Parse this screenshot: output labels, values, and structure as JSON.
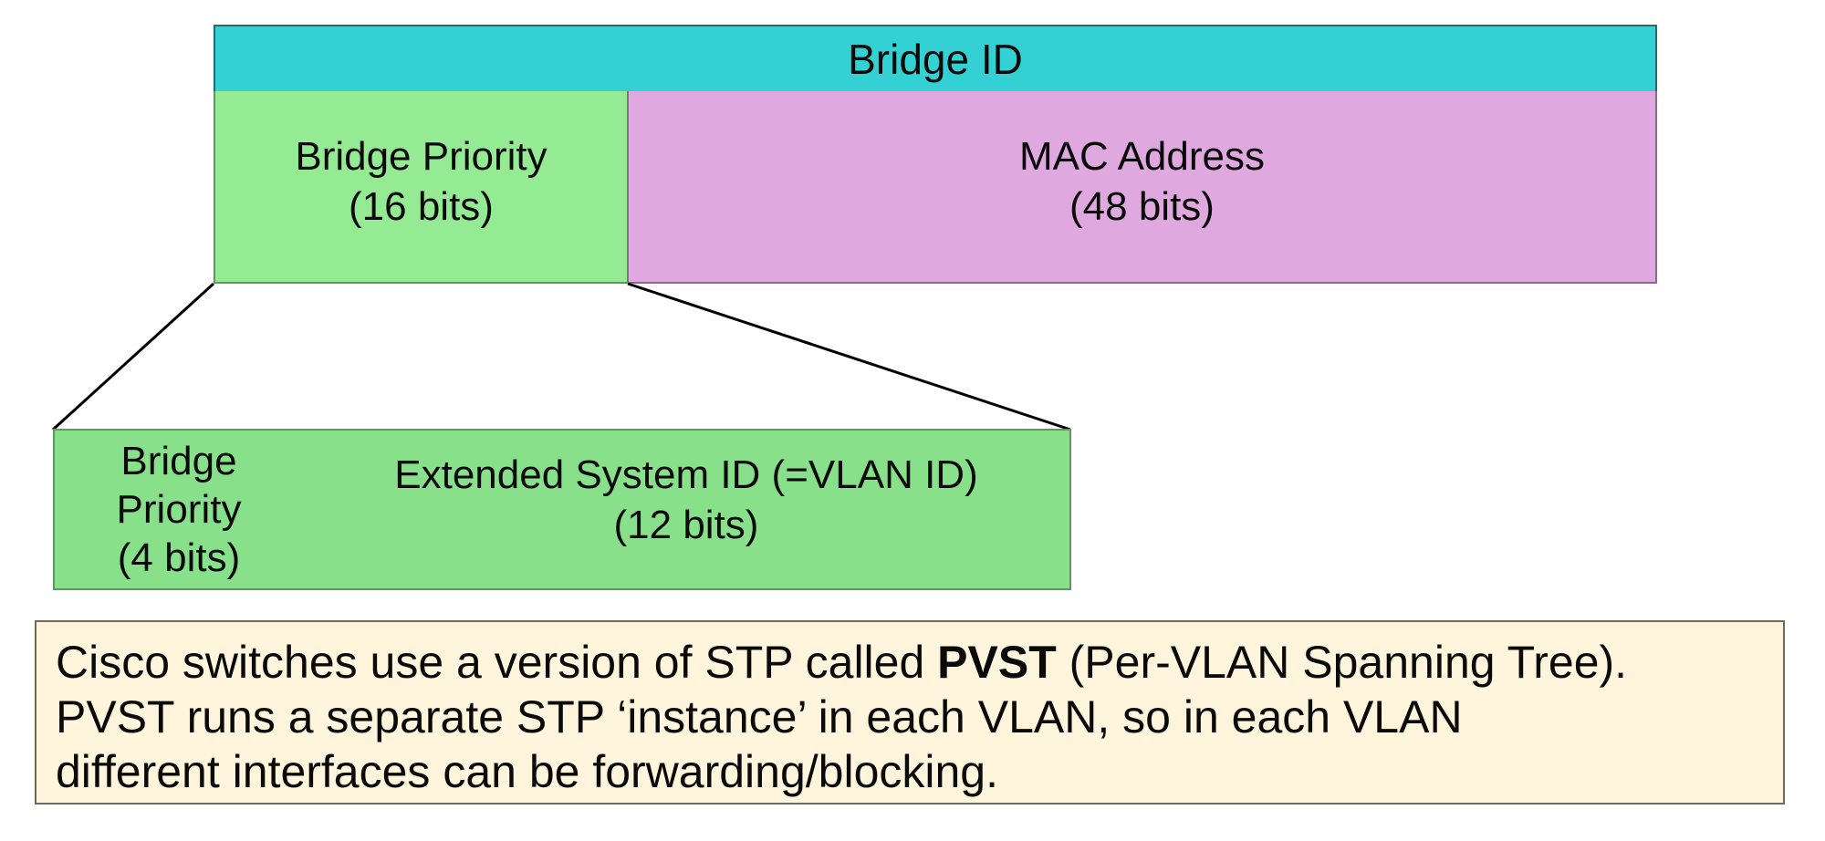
{
  "diagram": {
    "title": "Bridge ID",
    "fields": [
      {
        "name": "Bridge Priority",
        "size": "(16 bits)",
        "bits": 16,
        "color": "#94eb94"
      },
      {
        "name": "MAC Address",
        "size": "(48 bits)",
        "bits": 48,
        "color": "#dfa8de"
      }
    ],
    "title_color": "#33d1d3",
    "breakdown": {
      "of_field": "Bridge Priority",
      "fields": [
        {
          "name_line1": "Bridge",
          "name_line2": "Priority",
          "size": "(4 bits)",
          "bits": 4
        },
        {
          "name": "Extended System ID (=VLAN ID)",
          "size": "(12 bits)",
          "bits": 12
        }
      ],
      "color": "#88e08b"
    }
  },
  "note": {
    "line1_pre": "Cisco switches use a version of STP called ",
    "line1_bold": "PVST",
    "line1_post": " (Per-VLAN Spanning Tree).",
    "line2": "PVST runs a separate STP ‘instance’ in each VLAN, so in each VLAN",
    "line3": "different interfaces can be forwarding/blocking.",
    "background": "#fff5dc"
  }
}
